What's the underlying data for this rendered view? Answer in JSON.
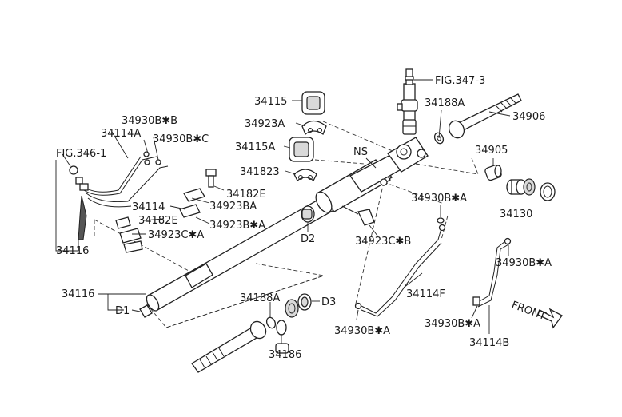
{
  "labels": {
    "fig347": "FIG.347-3",
    "p34188a_top": "34188A",
    "p34906": "34906",
    "p34115": "34115",
    "p34923a": "34923A",
    "p34115a": "34115A",
    "p341823": "341823",
    "ns": "NS",
    "p34905": "34905",
    "p34930bb": "34930B✱B",
    "p34114a": "34114A",
    "p34930bc": "34930B✱C",
    "fig346": "FIG.346-1",
    "p34182e_a": "34182E",
    "p34114": "34114",
    "p34923ba": "34923BA",
    "p34182e_b": "34182E",
    "p34923ba2": "34923B✱A",
    "p34923ca": "34923C✱A",
    "p34116_top": "34116",
    "d2": "D2",
    "p34923cb": "34923C✱B",
    "p34930ba_mid": "34930B✱A",
    "p34130": "34130",
    "p34930ba_right": "34930B✱A",
    "p34114f": "34114F",
    "p34116_bot": "34116",
    "d1": "D1",
    "p34188a_bot": "34188A",
    "d3": "D3",
    "front": "FRONT",
    "p34930ba_bot1": "34930B✱A",
    "p34930ba_bot2": "34930B✱A",
    "p34186": "34186",
    "p34114b": "34114B"
  }
}
